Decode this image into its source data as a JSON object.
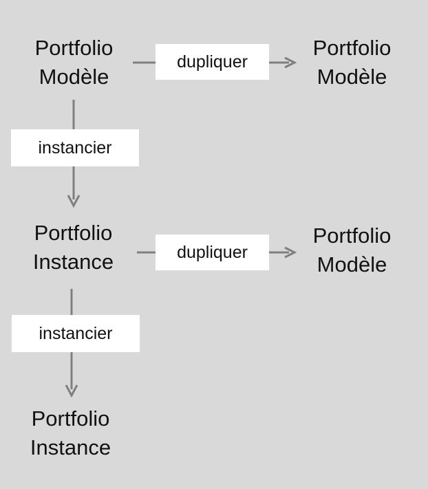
{
  "nodes": {
    "top_left": {
      "line1": "Portfolio",
      "line2": "Modèle"
    },
    "top_right": {
      "line1": "Portfolio",
      "line2": "Modèle"
    },
    "middle_left": {
      "line1": "Portfolio",
      "line2": "Instance"
    },
    "middle_right": {
      "line1": "Portfolio",
      "line2": "Modèle"
    },
    "bottom_left": {
      "line1": "Portfolio",
      "line2": "Instance"
    }
  },
  "edges": {
    "duplicate_top": "dupliquer",
    "duplicate_middle": "dupliquer",
    "instantiate_top": "instancier",
    "instantiate_bottom": "instancier"
  },
  "colors": {
    "background": "#d9d9d9",
    "connector": "#7f7f7f",
    "label_box": "#ffffff",
    "text": "#111111"
  }
}
